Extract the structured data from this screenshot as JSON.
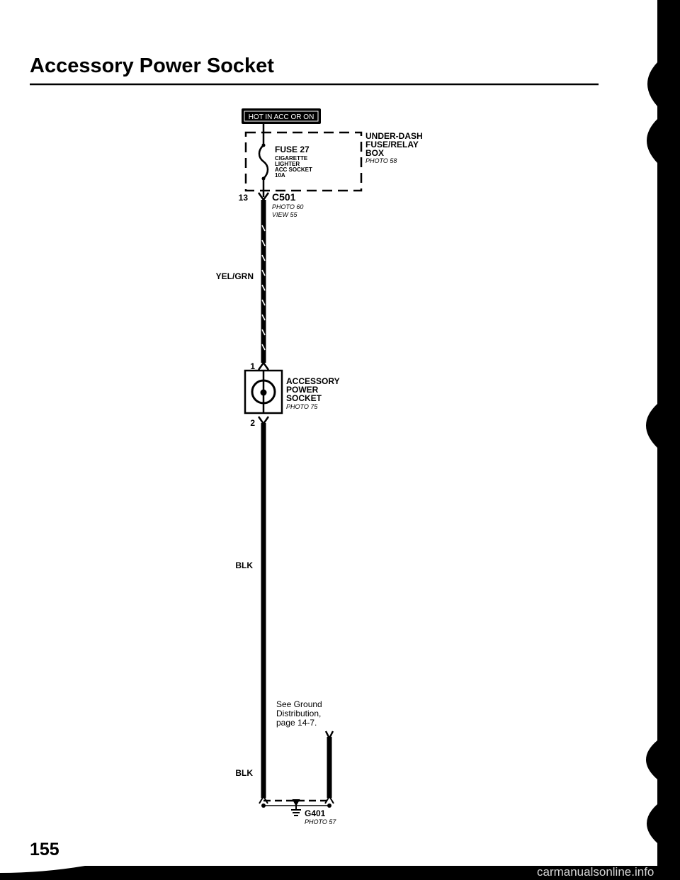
{
  "title": "Accessory Power Socket",
  "hot_badge": "HOT IN ACC OR ON",
  "fuse_box": {
    "name_line1": "UNDER-DASH",
    "name_line2": "FUSE/RELAY",
    "name_line3": "BOX",
    "photo": "PHOTO 58"
  },
  "fuse": {
    "name": "FUSE 27",
    "desc_line1": "CIGARETTE",
    "desc_line2": "LIGHTER",
    "desc_line3": "ACC SOCKET",
    "rating": "10A"
  },
  "connector_c501": {
    "pin": "13",
    "name": "C501",
    "photo": "PHOTO 60",
    "view": "VIEW 55"
  },
  "wire_top_color": "YEL/GRN",
  "socket": {
    "pin_in": "1",
    "pin_out": "2",
    "name_line1": "ACCESSORY",
    "name_line2": "POWER",
    "name_line3": "SOCKET",
    "photo": "PHOTO 75"
  },
  "wire_blk_1": "BLK",
  "wire_blk_2": "BLK",
  "ground_note": {
    "line1": "See Ground",
    "line2": "Distribution,",
    "line3": "page 14-7."
  },
  "ground": {
    "name": "G401",
    "photo": "PHOTO 57"
  },
  "page_number": "155",
  "watermark": "carmanualsonline.info"
}
